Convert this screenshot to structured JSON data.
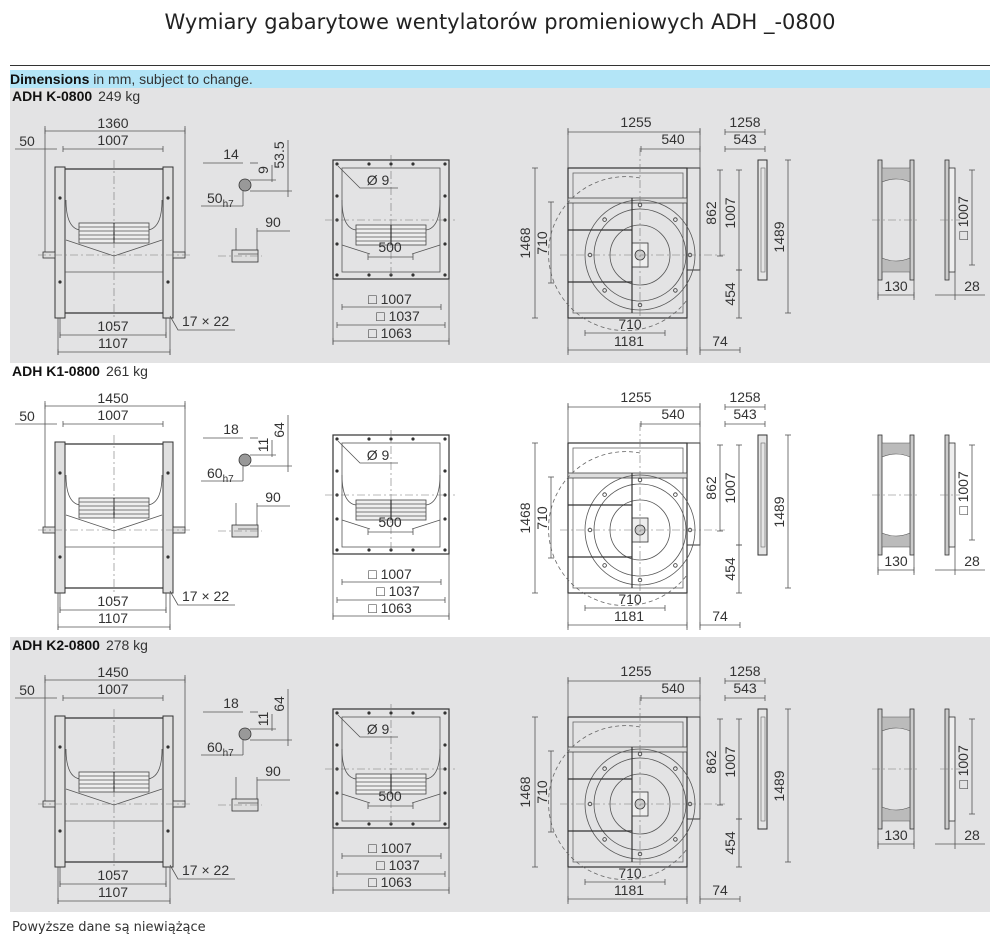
{
  "title": "Wymiary gabarytowe wentylatorów promieniowych ADH _-0800",
  "banner": {
    "bold": "Dimensions",
    "rest": " in mm, subject to change."
  },
  "footer": "Powyższe dane są niewiążące",
  "colors": {
    "banner": "#b3e5f7",
    "section_gray": "#e3e3e4"
  },
  "sections": [
    {
      "model": "ADH K-0800",
      "weight": "249 kg",
      "labels": {
        "overall": "1360",
        "inner": "1007",
        "offset": "50",
        "hub": "14",
        "key_depth": "9",
        "shaft_h": "53.5",
        "shaft_d": "50",
        "tol": "h7",
        "key_len": "90",
        "hole": "Ø 9",
        "blade": "500",
        "f1": "□ 1007",
        "f2": "□ 1037",
        "f3": "□ 1063",
        "base1": "1057",
        "base2": "1107",
        "slot": "17 × 22",
        "w1": "1255",
        "w2": "540",
        "w3": "1258",
        "w4": "543",
        "h1": "1468",
        "h2": "710",
        "h3": "862",
        "h4": "1007",
        "h5": "1489",
        "h6": "454",
        "b1": "710",
        "b2": "1181",
        "b3": "74",
        "d130": "130",
        "sq": "□ 1007",
        "d28": "28"
      }
    },
    {
      "model": "ADH K1-0800",
      "weight": "261 kg",
      "labels": {
        "overall": "1450",
        "inner": "1007",
        "offset": "50",
        "hub": "18",
        "key_depth": "11",
        "shaft_h": "64",
        "shaft_d": "60",
        "tol": "h7",
        "key_len": "90",
        "hole": "Ø 9",
        "blade": "500",
        "f1": "□ 1007",
        "f2": "□ 1037",
        "f3": "□ 1063",
        "base1": "1057",
        "base2": "1107",
        "slot": "17 × 22",
        "w1": "1255",
        "w2": "540",
        "w3": "1258",
        "w4": "543",
        "h1": "1468",
        "h2": "710",
        "h3": "862",
        "h4": "1007",
        "h5": "1489",
        "h6": "454",
        "b1": "710",
        "b2": "1181",
        "b3": "74",
        "d130": "130",
        "sq": "□ 1007",
        "d28": "28"
      }
    },
    {
      "model": "ADH K2-0800",
      "weight": "278 kg",
      "labels": {
        "overall": "1450",
        "inner": "1007",
        "offset": "50",
        "hub": "18",
        "key_depth": "11",
        "shaft_h": "64",
        "shaft_d": "60",
        "tol": "h7",
        "key_len": "90",
        "hole": "Ø 9",
        "blade": "500",
        "f1": "□ 1007",
        "f2": "□ 1037",
        "f3": "□ 1063",
        "base1": "1057",
        "base2": "1107",
        "slot": "17 × 22",
        "w1": "1255",
        "w2": "540",
        "w3": "1258",
        "w4": "543",
        "h1": "1468",
        "h2": "710",
        "h3": "862",
        "h4": "1007",
        "h5": "1489",
        "h6": "454",
        "b1": "710",
        "b2": "1181",
        "b3": "74",
        "d130": "130",
        "sq": "□ 1007",
        "d28": "28"
      }
    }
  ]
}
